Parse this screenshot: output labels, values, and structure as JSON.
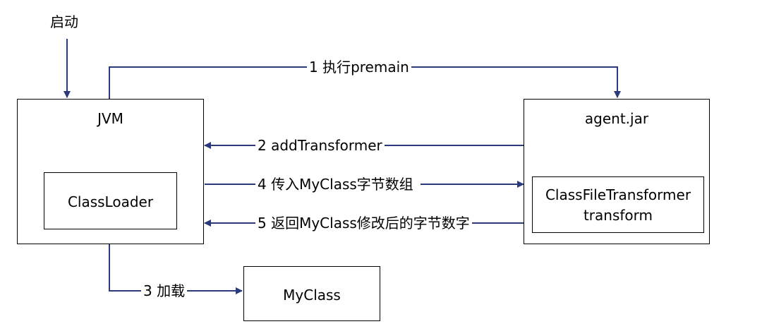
{
  "diagram": {
    "start_label": "启动",
    "jvm": {
      "title": "JVM",
      "classloader": "ClassLoader"
    },
    "agent": {
      "title": "agent.jar",
      "transformer_line1": "ClassFileTransformer",
      "transformer_line2": "transform"
    },
    "myclass": {
      "title": "MyClass"
    },
    "edges": {
      "e1": "1 执行premain",
      "e2": "2 addTransformer",
      "e3": "3 加载",
      "e4": "4 传入MyClass字节数组",
      "e5": "5 返回MyClass修改后的字节数字"
    },
    "colors": {
      "arrow": "#2b3a7a",
      "box_border": "#000000"
    }
  }
}
